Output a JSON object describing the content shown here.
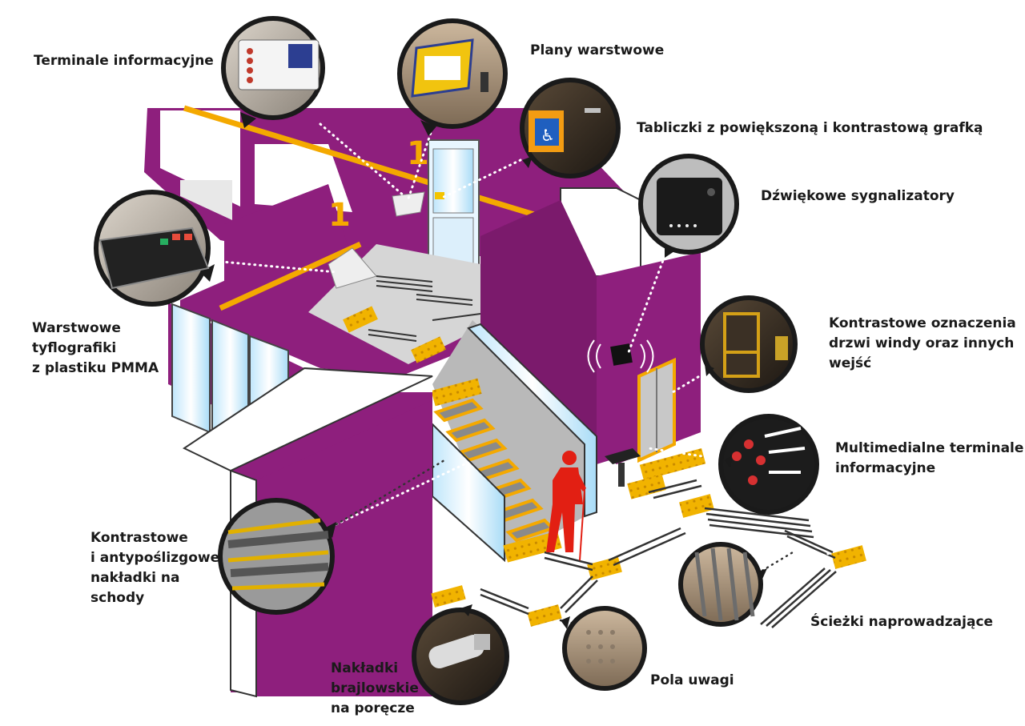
{
  "floor_number": "1",
  "colors": {
    "wall": "#8e1f7d",
    "wall_dark": "#6f1762",
    "accent_yellow": "#f4a900",
    "tactile": "#f1b300",
    "figure": "#e21f13",
    "floor": "#d6d6d6"
  },
  "labels": {
    "terminals": "Terminale informacyjne",
    "plans": "Plany warstwowe",
    "signs": "Tabliczki z powiększoną i kontrastową grafką",
    "sound": "Dźwiękowe sygnalizatory",
    "typhlographics": "Warstwowe\ntyflografiki\nz plastiku PMMA",
    "elevator": "Kontrastowe oznaczenia\ndrzwi windy oraz innych\nwejść",
    "multimedia": "Multimedialne terminale\ninformacyjne",
    "stairs": "Kontrastowe\ni antypoślizgowe\nnakładki na\nschody",
    "guide_paths": "Ścieżki naprowadzające",
    "braille": "Nakładki\nbrajlowskie\nna poręcze",
    "warning_fields": "Pola uwagi"
  },
  "icons": {
    "terminal_photo": "info-terminal-icon",
    "plan_photo": "layered-plan-icon",
    "sign_photo": "wheelchair-sign-icon",
    "sound_photo": "sound-beacon-icon",
    "tyflo_photo": "tactile-map-icon",
    "elevator_photo": "elevator-door-icon",
    "multimedia_photo": "multimedia-kiosk-icon",
    "stairs_photo": "stair-edge-icon",
    "paths_photo": "guide-path-icon",
    "braille_photo": "braille-handrail-icon",
    "fields_photo": "warning-field-icon"
  }
}
